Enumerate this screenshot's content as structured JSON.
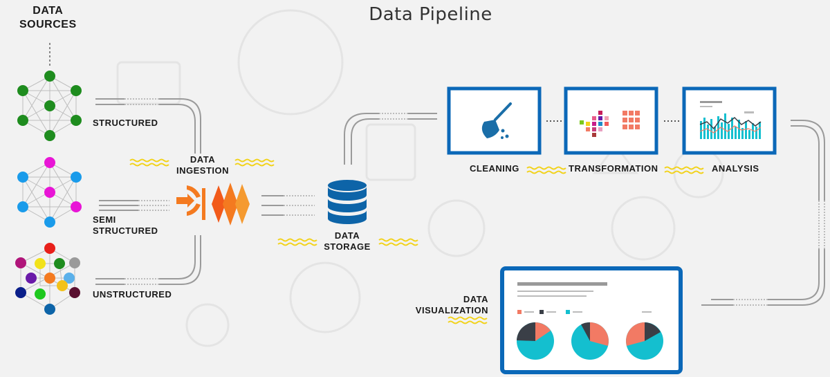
{
  "title": "Data Pipeline",
  "sources": {
    "heading_line1": "DATA",
    "heading_line2": "SOURCES",
    "structured": "STRUCTURED",
    "semi_line1": "SEMI",
    "semi_line2": "STRUCTURED",
    "unstructured": "UNSTRUCTURED"
  },
  "ingestion": {
    "line1": "DATA",
    "line2": "INGESTION"
  },
  "storage": {
    "line1": "DATA",
    "line2": "STORAGE"
  },
  "processing": {
    "cleaning": "CLEANING",
    "transformation": "TRANSFORMATION",
    "analysis": "ANALYSIS"
  },
  "visualization": {
    "line1": "DATA",
    "line2": "VISUALIZATION"
  },
  "colors": {
    "structured_node": "#1e8c1e",
    "semi_blue": "#1a9bea",
    "semi_magenta": "#e815d6",
    "ingestion_orange": "#f47a20",
    "storage_blue": "#0d64a8",
    "frame_blue": "#0b68b8",
    "squiggle_yellow": "#f2d21a",
    "teal": "#14bfcf",
    "salmon": "#f27a64",
    "dark": "#3a3f47"
  },
  "icons": [
    "network-structured-icon",
    "network-semi-structured-icon",
    "network-unstructured-icon",
    "ingestion-icon",
    "database-icon",
    "broom-icon",
    "pixel-grid-icon",
    "dashboard-chart-icon",
    "pie-charts-icon"
  ]
}
